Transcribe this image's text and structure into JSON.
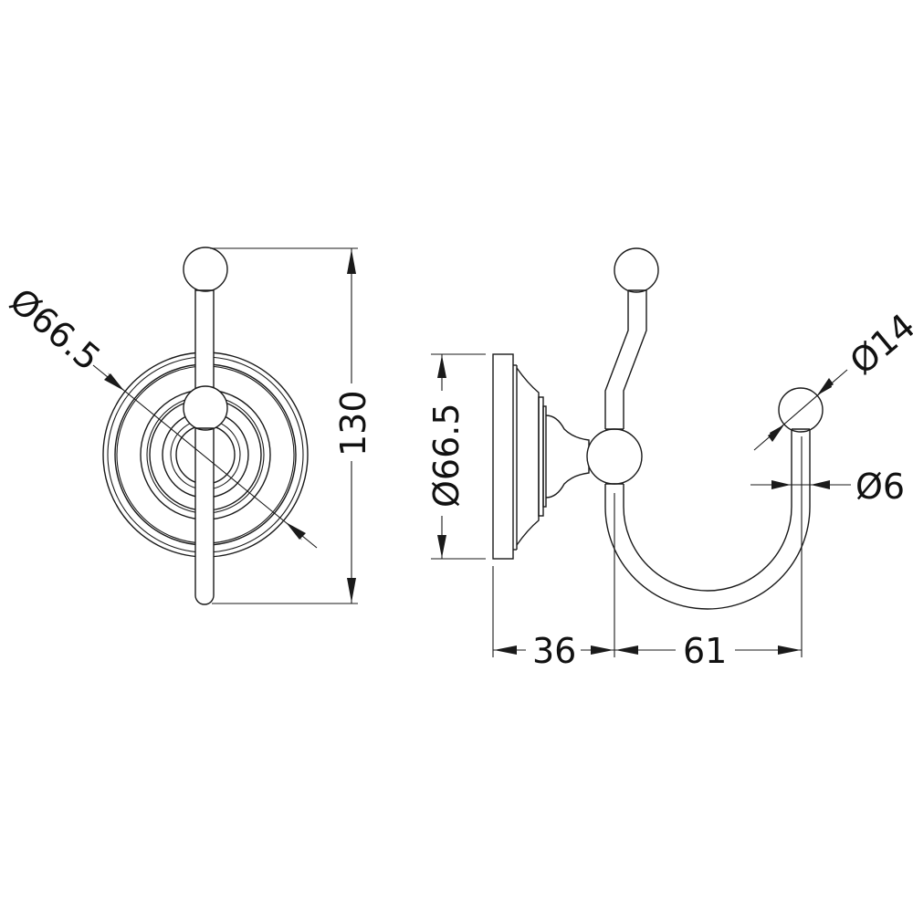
{
  "drawing": {
    "subject": "Double robe hook",
    "views": [
      {
        "name": "front-view"
      },
      {
        "name": "side-view"
      }
    ],
    "dimensions": {
      "front_backplate_diameter": "Ø66.5",
      "front_overall_height": "130",
      "side_backplate_diameter": "Ø66.5",
      "ball_diameter": "Ø14",
      "rod_diameter": "Ø6",
      "projection_to_hook": "36",
      "hook_depth": "61"
    },
    "colors": {
      "line": "#1a1a1a",
      "background": "#ffffff"
    }
  }
}
